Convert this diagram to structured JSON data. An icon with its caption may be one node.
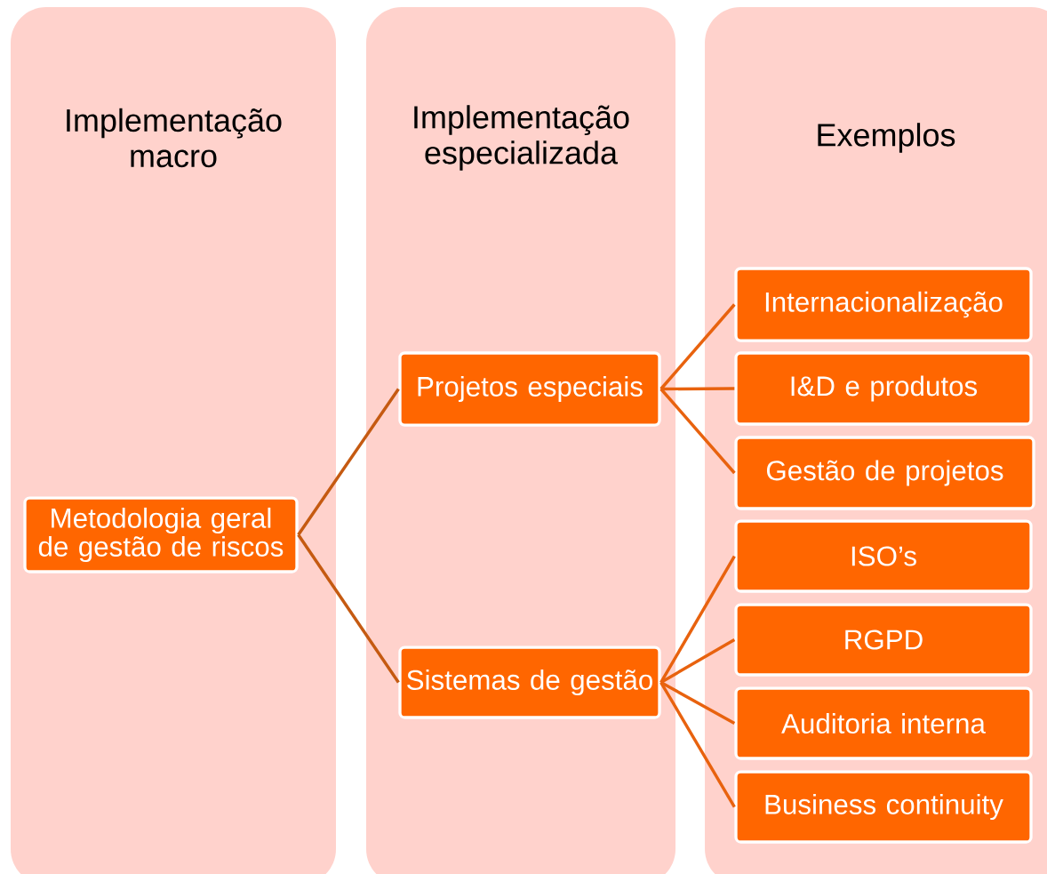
{
  "diagram": {
    "nodes": [
      {
        "text": [
          "Implementação macro"
        ]
      },
      {
        "text": [
          "Implementação especializada"
        ]
      },
      {
        "text": [
          "Exemplos"
        ]
      },
      {
        "text": [
          "Metodologia geral de gestão de riscos"
        ],
        "in": 0
      },
      {
        "text": [
          "Projetos especiais"
        ],
        "in": 1
      },
      {
        "text": [
          "Sistemas de gestão"
        ],
        "in": 1
      },
      {
        "text": [
          "Internacionalização"
        ],
        "in": 2
      },
      {
        "text": [
          "I&D e produtos"
        ],
        "in": 2
      },
      {
        "text": [
          "Gestão de projetos"
        ],
        "in": 2
      },
      {
        "text": [
          "ISO’s"
        ],
        "in": 2
      },
      {
        "text": [
          "RGPD"
        ],
        "in": 2
      },
      {
        "text": [
          "Auditoria interna"
        ],
        "in": 2
      },
      {
        "text": [
          "Business continuity"
        ],
        "in": 2
      }
    ],
    "edges": [
      {
        "from": 3,
        "to": 4,
        "arrow": "none",
        "color": "#c55a11"
      },
      {
        "from": 3,
        "to": 5,
        "arrow": "none",
        "color": "#c55a11"
      },
      {
        "from": 4,
        "to": 6,
        "arrow": "none"
      },
      {
        "from": 4,
        "to": 7,
        "arrow": "none"
      },
      {
        "from": 4,
        "to": 8,
        "arrow": "none"
      },
      {
        "from": 5,
        "to": 9,
        "arrow": "none"
      },
      {
        "from": 5,
        "to": 10,
        "arrow": "none"
      },
      {
        "from": 5,
        "to": 11,
        "arrow": "none"
      },
      {
        "from": 5,
        "to": 12,
        "arrow": "none"
      }
    ]
  }
}
